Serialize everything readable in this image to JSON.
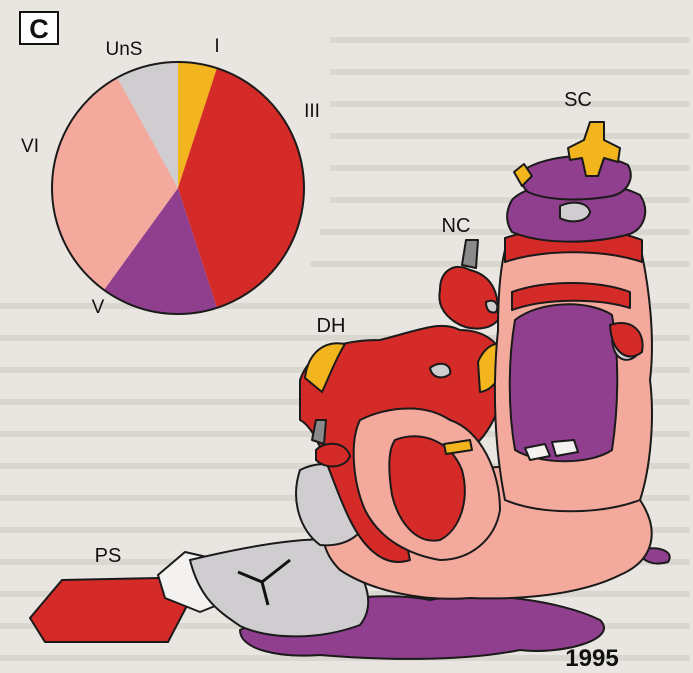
{
  "panel_label": "C",
  "year": "1995",
  "structure_labels": {
    "sc": "SC",
    "nc": "NC",
    "dh": "DH",
    "ps": "PS"
  },
  "colors": {
    "background": "#e9e6e1",
    "I": "#f2b51e",
    "III": "#d42a28",
    "V": "#8f3f8d",
    "VI": "#f3aa9d",
    "UnS": "#cfcdcf",
    "outline": "#1a1a1a"
  },
  "chart_data": {
    "type": "pie",
    "title": "",
    "slices": [
      {
        "label": "I",
        "value": 5,
        "color": "#f2b51e"
      },
      {
        "label": "III",
        "value": 40,
        "color": "#d42a28"
      },
      {
        "label": "V",
        "value": 15,
        "color": "#8f3f8d"
      },
      {
        "label": "VI",
        "value": 32,
        "color": "#f3aa9d"
      },
      {
        "label": "UnS",
        "value": 8,
        "color": "#cfcdcf"
      }
    ]
  }
}
